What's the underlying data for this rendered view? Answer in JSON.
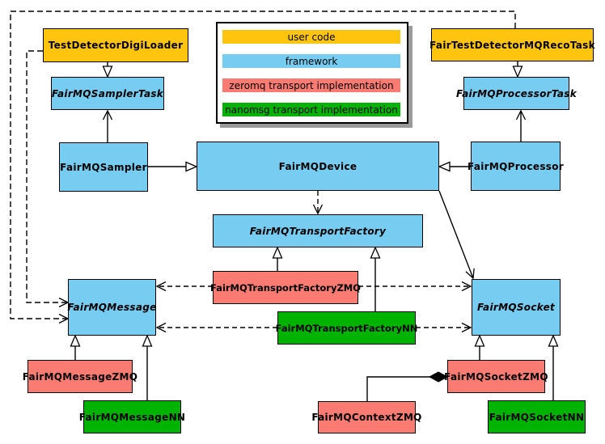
{
  "colors": {
    "user-code": "#ffc40d",
    "framework": "#76ccf1",
    "zeromq": "#f97b72",
    "nanomsg": "#00b301"
  },
  "legend": {
    "items": [
      {
        "label": "user code",
        "color": "#ffc40d"
      },
      {
        "label": "framework",
        "color": "#76ccf1"
      },
      {
        "label": "zeromq transport implementation",
        "color": "#f97b72"
      },
      {
        "label": "nanomsg transport implementation",
        "color": "#00b301"
      }
    ]
  },
  "nodes": {
    "test_detector_digi_loader": "TestDetectorDigiLoader",
    "fair_test_detector_mq_reco_task": "FairTestDetectorMQRecoTask",
    "fairmq_sampler_task": "FairMQSamplerTask",
    "fairmq_processor_task": "FairMQProcessorTask",
    "fairmq_sampler": "FairMQSampler",
    "fairmq_device": "FairMQDevice",
    "fairmq_processor": "FairMQProcessor",
    "fairmq_transport_factory": "FairMQTransportFactory",
    "fairmq_transport_factory_zmq": "FairMQTransportFactoryZMQ",
    "fairmq_transport_factory_nn": "FairMQTransportFactoryNN",
    "fairmq_message": "FairMQMessage",
    "fairmq_socket": "FairMQSocket",
    "fairmq_message_zmq": "FairMQMessageZMQ",
    "fairmq_message_nn": "FairMQMessageNN",
    "fairmq_context_zmq": "FairMQContextZMQ",
    "fairmq_socket_zmq": "FairMQSocketZMQ",
    "fairmq_socket_nn": "FairMQSocketNN"
  },
  "relationships": [
    {
      "from": "TestDetectorDigiLoader",
      "to": "FairMQSamplerTask",
      "type": "inheritance"
    },
    {
      "from": "FairTestDetectorMQRecoTask",
      "to": "FairMQProcessorTask",
      "type": "inheritance"
    },
    {
      "from": "FairMQSampler",
      "to": "FairMQDevice",
      "type": "inheritance"
    },
    {
      "from": "FairMQProcessor",
      "to": "FairMQDevice",
      "type": "inheritance"
    },
    {
      "from": "FairMQTransportFactoryZMQ",
      "to": "FairMQTransportFactory",
      "type": "inheritance"
    },
    {
      "from": "FairMQTransportFactoryNN",
      "to": "FairMQTransportFactory",
      "type": "inheritance"
    },
    {
      "from": "FairMQMessageZMQ",
      "to": "FairMQMessage",
      "type": "inheritance"
    },
    {
      "from": "FairMQMessageNN",
      "to": "FairMQMessage",
      "type": "inheritance"
    },
    {
      "from": "FairMQSocketZMQ",
      "to": "FairMQSocket",
      "type": "inheritance"
    },
    {
      "from": "FairMQSocketNN",
      "to": "FairMQSocket",
      "type": "inheritance"
    },
    {
      "from": "FairMQSampler",
      "to": "FairMQSamplerTask",
      "type": "association"
    },
    {
      "from": "FairMQProcessor",
      "to": "FairMQProcessorTask",
      "type": "association"
    },
    {
      "from": "FairMQDevice",
      "to": "FairMQSocket",
      "type": "association"
    },
    {
      "from": "FairMQDevice",
      "to": "FairMQTransportFactory",
      "type": "dependency"
    },
    {
      "from": "FairMQTransportFactoryZMQ",
      "to": "FairMQMessage",
      "type": "dependency"
    },
    {
      "from": "FairMQTransportFactoryZMQ",
      "to": "FairMQSocket",
      "type": "dependency"
    },
    {
      "from": "FairMQTransportFactoryNN",
      "to": "FairMQMessage",
      "type": "dependency"
    },
    {
      "from": "FairMQTransportFactoryNN",
      "to": "FairMQSocket",
      "type": "dependency"
    },
    {
      "from": "TestDetectorDigiLoader",
      "to": "FairMQMessage",
      "type": "dependency"
    },
    {
      "from": "FairTestDetectorMQRecoTask",
      "to": "FairMQMessage",
      "type": "dependency"
    },
    {
      "from": "FairMQContextZMQ",
      "to": "FairMQSocketZMQ",
      "type": "composition"
    }
  ]
}
